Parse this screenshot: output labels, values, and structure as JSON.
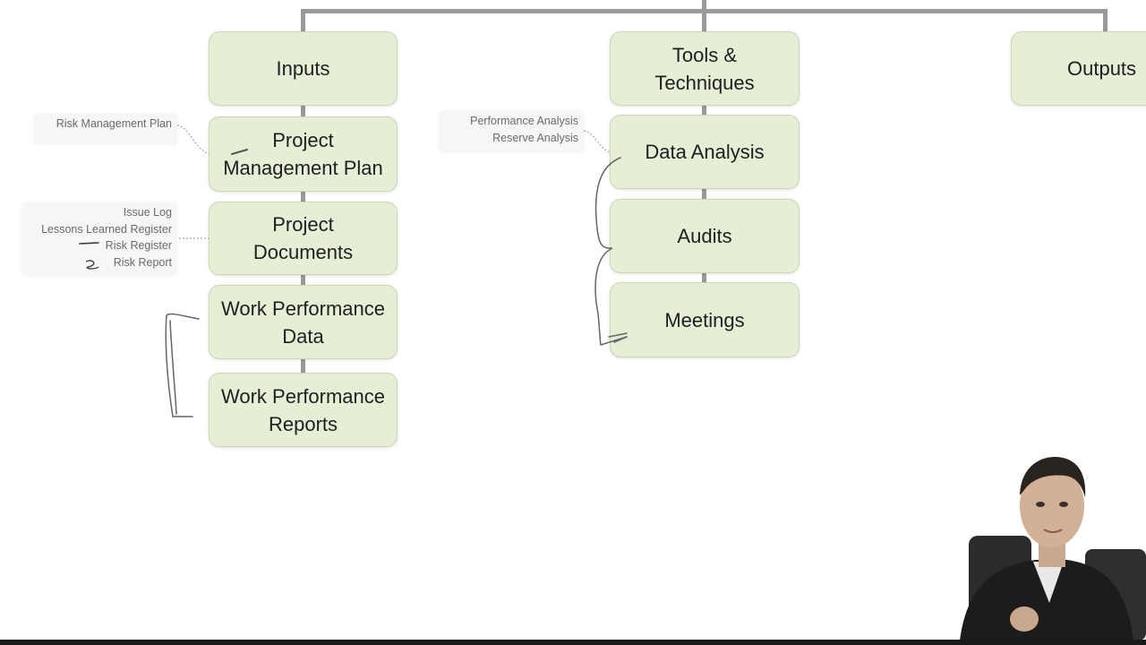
{
  "columns": {
    "inputs": {
      "header": "Inputs",
      "items": [
        "Project\nManagement Plan",
        "Project\nDocuments",
        "Work Performance\nData",
        "Work Performance\nReports"
      ]
    },
    "tools": {
      "header": "Tools &\nTechniques",
      "items": [
        "Data Analysis",
        "Audits",
        "Meetings"
      ]
    },
    "outputs": {
      "header": "Outputs"
    }
  },
  "notes": {
    "pmp": [
      "Risk Management Plan"
    ],
    "project_documents": [
      "Issue Log",
      "Lessons Learned Register",
      "Risk Register",
      "Risk Report"
    ],
    "data_analysis": [
      "Performance Analysis",
      "Reserve Analysis"
    ]
  },
  "colors": {
    "box_fill": "#e6efd5",
    "connector": "#999999",
    "note_text": "#6a6a6a",
    "annotation_ink": "#555555"
  }
}
